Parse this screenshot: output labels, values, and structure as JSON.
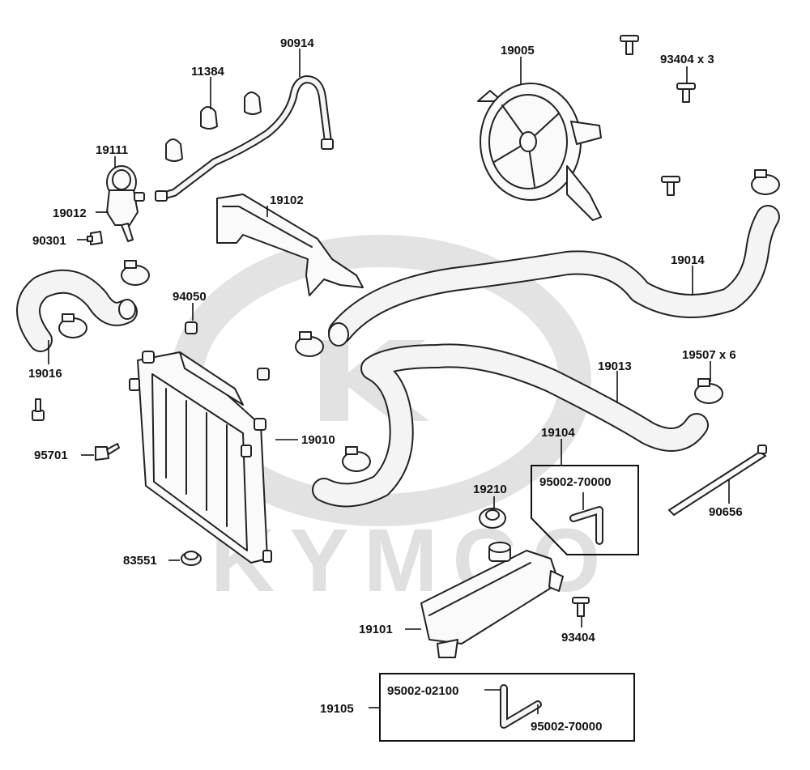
{
  "watermark": {
    "brand": "KYMCO"
  },
  "labels": {
    "p90914": "90914",
    "p11384": "11384",
    "p19005": "19005",
    "p93404x3": "93404 x 3",
    "p19111": "19111",
    "p19012": "19012",
    "p90301": "90301",
    "p19102": "19102",
    "p19014": "19014",
    "p94050": "94050",
    "p19016": "19016",
    "p19507x6": "19507 x 6",
    "p19013": "19013",
    "p19010": "19010",
    "p95701": "95701",
    "p19104": "19104",
    "p95002_70000_a": "95002-70000",
    "p19210": "19210",
    "p90656": "90656",
    "p83551": "83551",
    "p19101": "19101",
    "p93404": "93404",
    "p19105": "19105",
    "p95002_02100": "95002-02100",
    "p95002_70000_b": "95002-70000"
  }
}
